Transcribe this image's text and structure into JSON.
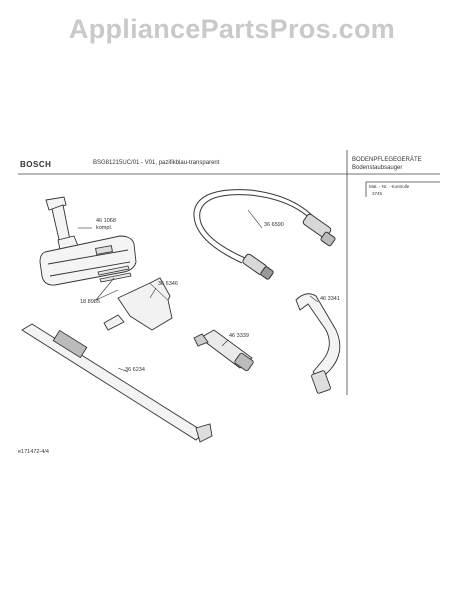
{
  "watermark": "AppliancePartsPros.com",
  "header": {
    "brand": "BOSCH",
    "model": "BSG81215UC/01 - V01, pazifikblau-transparent",
    "category": "BODENPFLEGEGERÄTE",
    "subcategory": "Bodenstaubsauger",
    "legend_header": "Mat. - Nr. - Kontrolle",
    "legend_value": "3745"
  },
  "parts": [
    {
      "number": "46 1068",
      "note": "kompl."
    },
    {
      "number": "36 6590",
      "note": ""
    },
    {
      "number": "18 8985",
      "note": ""
    },
    {
      "number": "36 6346",
      "note": ""
    },
    {
      "number": "46 3341",
      "note": ""
    },
    {
      "number": "46 3339",
      "note": ""
    },
    {
      "number": "36 6234",
      "note": ""
    }
  ],
  "footer": {
    "drawing_id": "e171472-4/4"
  }
}
